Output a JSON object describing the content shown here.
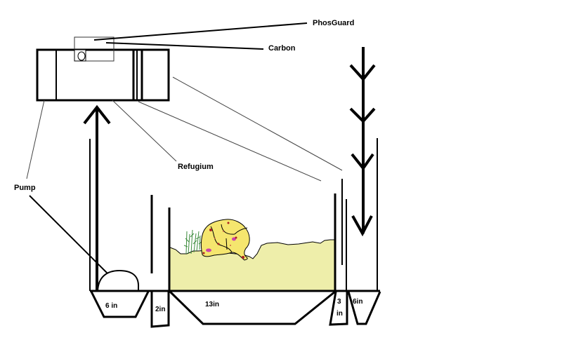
{
  "diagram": {
    "title": "Sump / refugium plumbing sketch",
    "labels": {
      "phosguard": "PhosGuard",
      "carbon": "Carbon",
      "refugium": "Refugium",
      "pump": "Pump"
    },
    "sections": [
      {
        "id": "pump-chamber",
        "label": "6 in"
      },
      {
        "id": "baffle-gap-1",
        "label": "2in"
      },
      {
        "id": "refugium-chamber",
        "label": "13in"
      },
      {
        "id": "baffle-gap-2",
        "label_line1": "3",
        "label_line2": "in"
      },
      {
        "id": "drain-chamber",
        "label": "6in"
      }
    ],
    "flow": {
      "return": "up",
      "drain": "down"
    },
    "colors": {
      "ink": "#000000",
      "sand": "#eeeeaa",
      "rock": "#f5e66e",
      "rock_spots": "#cc44aa",
      "rock_dots": "#aa2222",
      "algae": "#3a8a3a",
      "leader_line": "#444444"
    }
  }
}
